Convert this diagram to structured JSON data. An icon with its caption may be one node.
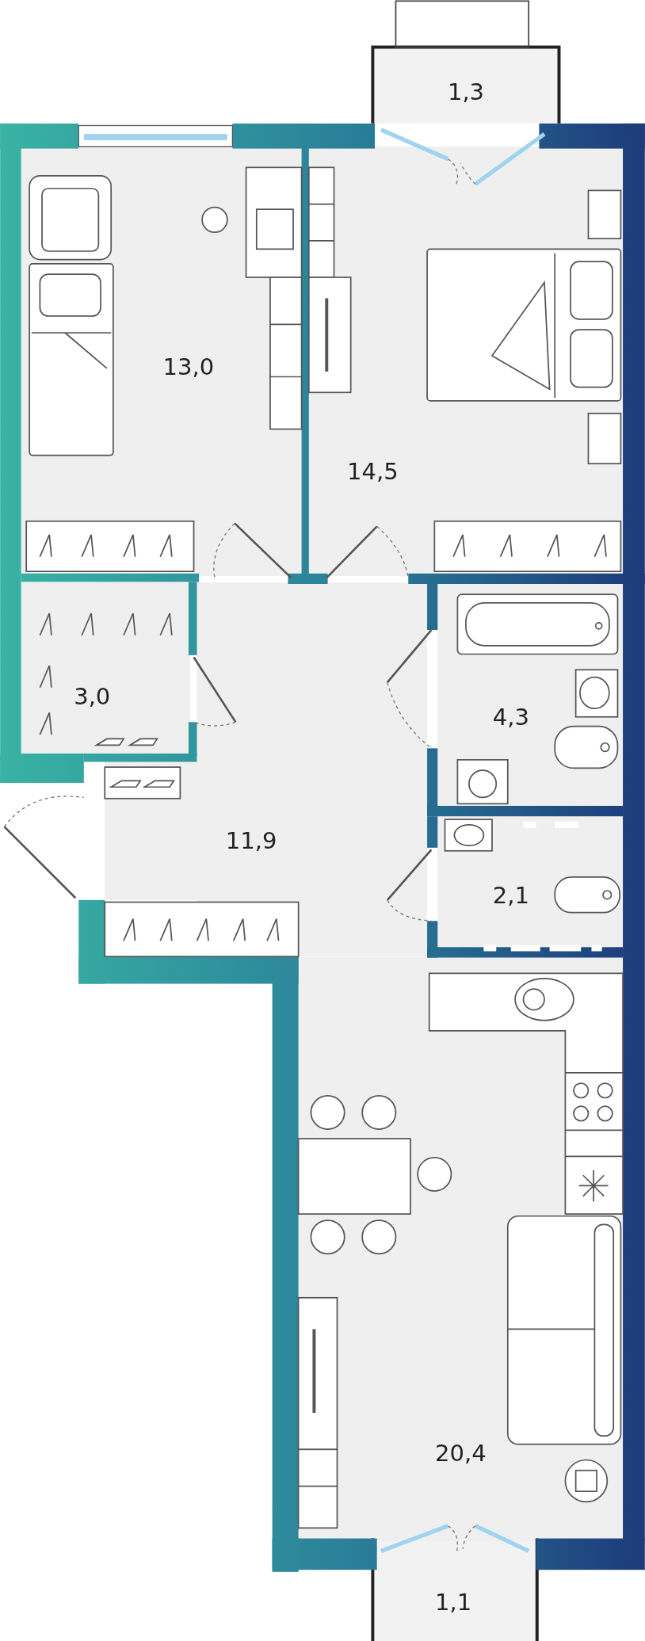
{
  "diagram": {
    "nodes": [
      {
        "text": [
          "1,3"
        ]
      },
      {
        "text": [
          "13,0"
        ]
      },
      {
        "text": [
          "14,5"
        ]
      },
      {
        "text": [
          "3,0"
        ]
      },
      {
        "text": [
          "4,3"
        ]
      },
      {
        "text": [
          "11,9"
        ]
      },
      {
        "text": [
          "2,1"
        ]
      },
      {
        "text": [
          "20,4"
        ]
      },
      {
        "text": [
          "1,1"
        ]
      }
    ]
  }
}
